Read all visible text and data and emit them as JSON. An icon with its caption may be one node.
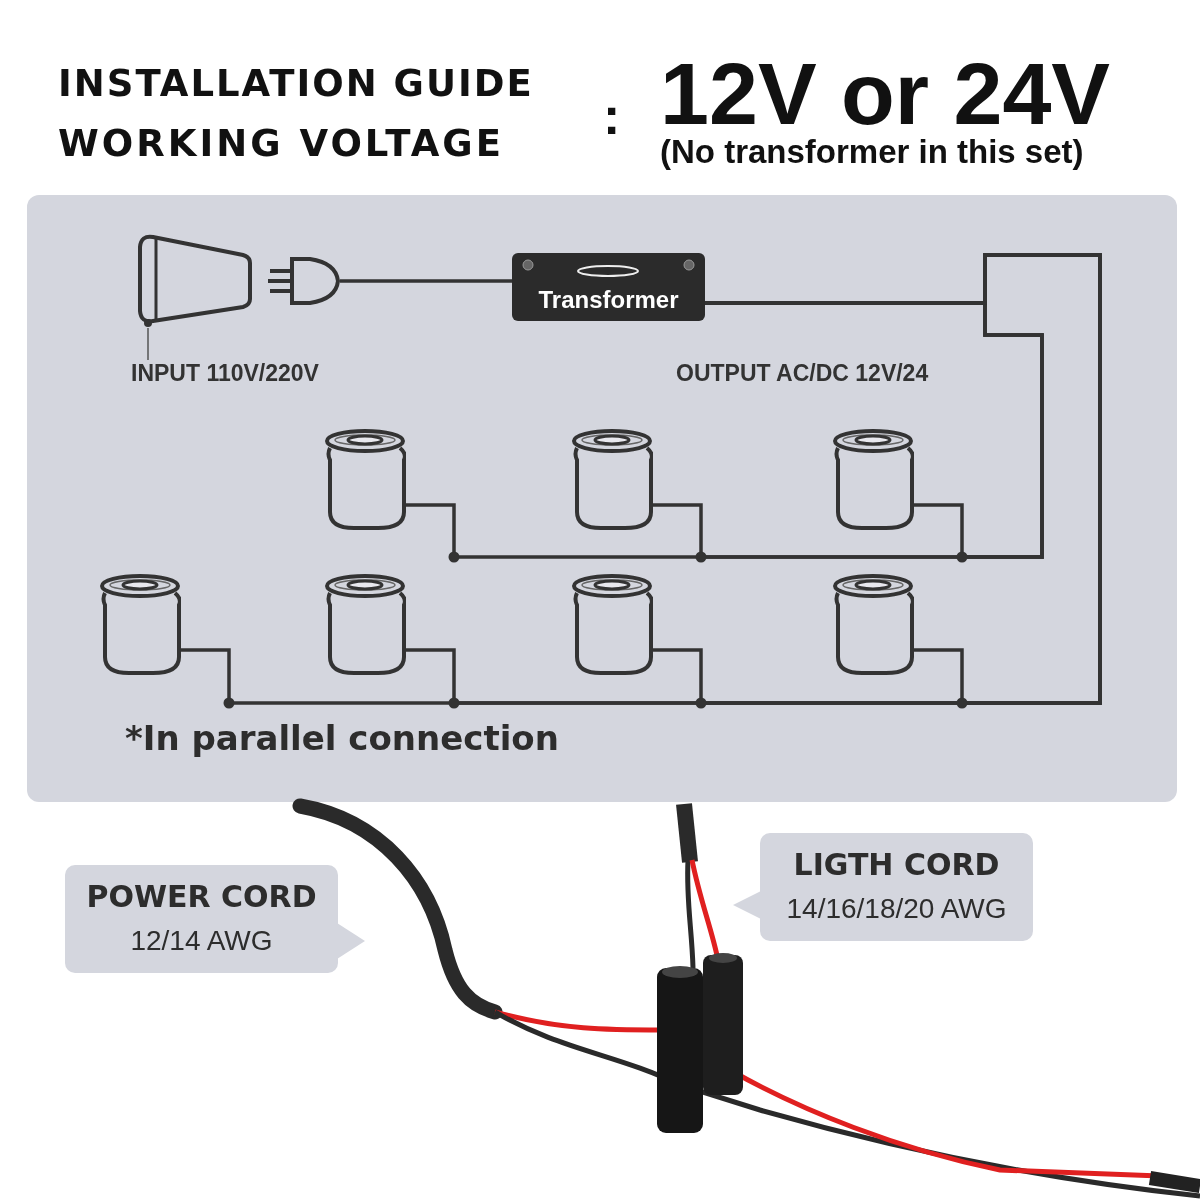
{
  "diagram": {
    "title": "INSTALLATION GUIDE",
    "nodes": [
      {
        "text": [],
        "shape": "picture"
      },
      {
        "text": [],
        "shape": "picture"
      },
      {
        "text": [
          "Transformer"
        ]
      },
      {
        "text": [
          "INPUT 110V/220V"
        ]
      },
      {
        "text": [],
        "shape": "picture"
      },
      {
        "text": [],
        "shape": "picture"
      },
      {
        "text": [],
        "shape": "picture"
      },
      {
        "text": [],
        "shape": "picture"
      },
      {
        "text": [],
        "shape": "picture"
      },
      {
        "text": [],
        "shape": "picture"
      },
      {
        "text": [],
        "shape": "picture"
      },
      {
        "text": [
          "POWER CORD",
          "12/14 AWG"
        ]
      },
      {
        "text": [
          "LIGTH CORD",
          "14/16/18/20 AWG"
        ]
      }
    ],
    "edges": [
      {
        "from": 1,
        "to": 2,
        "arrow": "none"
      },
      {
        "from": 3,
        "to": 0,
        "arrow": "none"
      },
      {
        "from": 2,
        "to": 4,
        "arrow": "none"
      },
      {
        "from": 2,
        "to": 5,
        "arrow": "none"
      },
      {
        "from": 2,
        "to": 6,
        "arrow": "none"
      },
      {
        "from": 2,
        "to": 7,
        "arrow": "none"
      },
      {
        "from": 2,
        "to": 8,
        "arrow": "none"
      },
      {
        "from": 2,
        "to": 9,
        "arrow": "none"
      },
      {
        "from": 2,
        "to": 10,
        "arrow": "none"
      }
    ],
    "labels": [
      "WORKING VOLTAGE",
      ":",
      "12V or 24V",
      "(No transformer in this set)",
      "OUTPUT AC/DC 12V/24",
      "*In parallel connection"
    ]
  }
}
